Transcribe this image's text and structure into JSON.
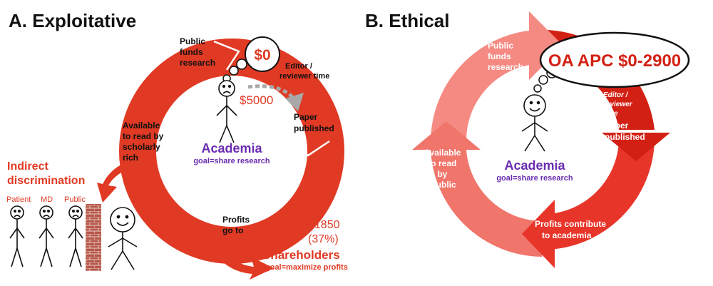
{
  "panel_a": {
    "title": "A. Exploitative",
    "public_funds": [
      "Public",
      "funds",
      "research"
    ],
    "cost_zero": "$0",
    "editor_time": [
      "Editor /",
      "reviewer time"
    ],
    "fee_5000": "$5000",
    "paper_published": [
      "Paper",
      "published"
    ],
    "available": [
      "Available",
      "to read by",
      "scholarly",
      "rich"
    ],
    "academia": "Academia",
    "academia_goal": "goal=share research",
    "indirect": [
      "Indirect",
      "discrimination"
    ],
    "people": [
      "Patient",
      "MD",
      "Public"
    ],
    "profits": [
      "Profits",
      "go to"
    ],
    "profit_amount": [
      "$1850",
      "(37%)"
    ],
    "shareholders": "Shareholders",
    "shareholders_goal": "goal=maximize profits"
  },
  "panel_b": {
    "title": "B. Ethical",
    "public_funds": [
      "Public",
      "funds",
      "research"
    ],
    "apc": "OA APC $0-2900",
    "editor_time": [
      "Editor /",
      "reviewer",
      "time"
    ],
    "paper_published": [
      "Paper",
      "published"
    ],
    "available": [
      "Available",
      "to read",
      "by",
      "public"
    ],
    "academia": "Academia",
    "academia_goal": "goal=share research",
    "profits": [
      "Profits contribute",
      "to academia"
    ]
  },
  "colors": {
    "red": "#e03a24",
    "red_dark": "#d32014",
    "pink": "#f0756b",
    "salmon": "#f58a82",
    "purple": "#6a2cb0",
    "brick": "#b5564a",
    "gray_arrow": "#a8a8a8"
  }
}
